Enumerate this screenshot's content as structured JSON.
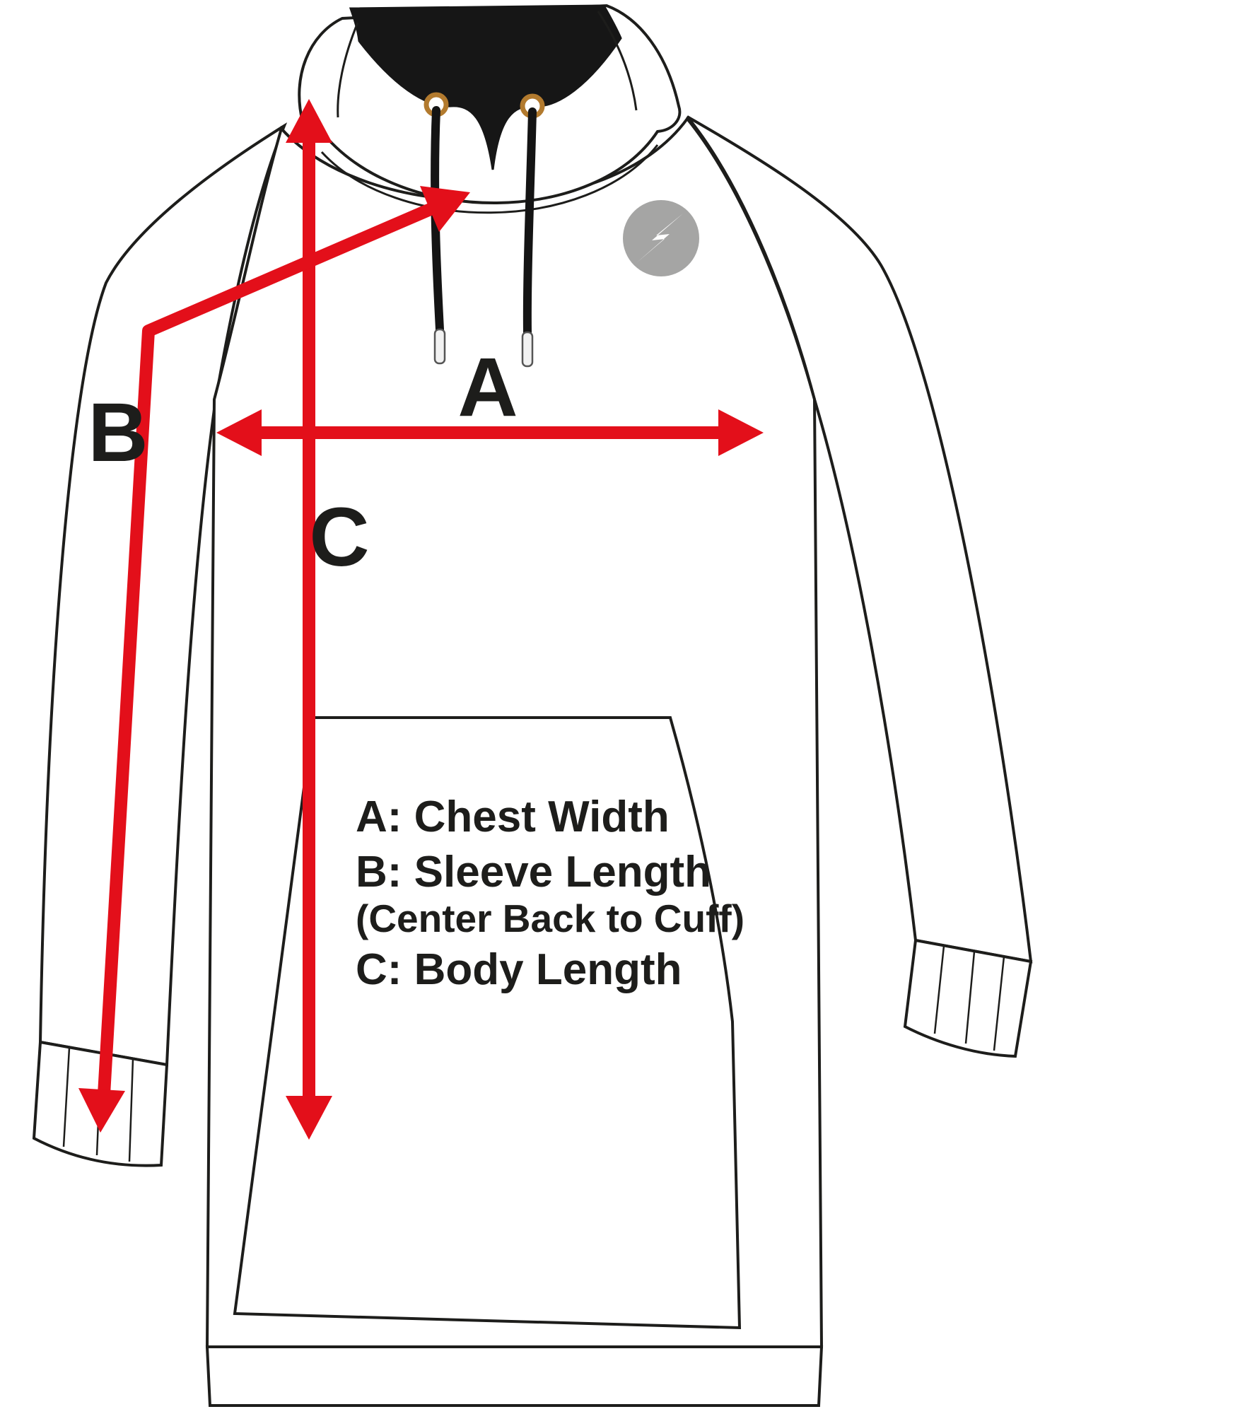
{
  "diagram": {
    "measure_labels": {
      "a": "A",
      "b": "B",
      "c": "C"
    },
    "legend": {
      "line_a": "A: Chest Width",
      "line_b": "B: Sleeve Length",
      "line_b_note": "(Center Back to Cuff)",
      "line_c": "C: Body Length"
    },
    "colors": {
      "arrow_red": "#e30f1a",
      "outline_black": "#1d1d1b",
      "hood_lining_black": "#161616",
      "logo_gray": "#a5a5a4",
      "eyelet_gold": "#b27a2e",
      "background": "#ffffff"
    },
    "icons": {
      "hoodie": "hoodie-front-illustration",
      "logo": "brand-logo-circle"
    }
  }
}
